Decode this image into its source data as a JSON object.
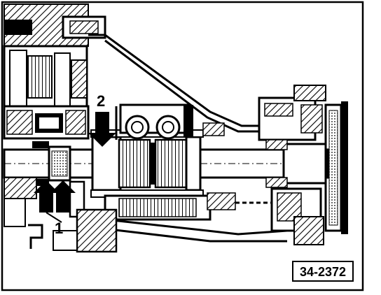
{
  "figure": {
    "callouts": [
      {
        "label": "1",
        "points_to": "bearing-inner-race"
      },
      {
        "label": "2",
        "points_to": "gear-face"
      }
    ],
    "reference_code": "34-2372"
  },
  "colors": {
    "ink": "#000000",
    "paper": "#ffffff"
  }
}
